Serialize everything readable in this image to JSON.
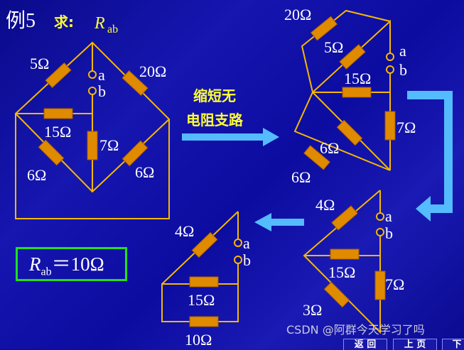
{
  "title": {
    "example": "例5",
    "ask": "求:",
    "r": "R",
    "sub": "ab"
  },
  "note": {
    "line1": "缩短无",
    "line2": "电阻支路"
  },
  "result": {
    "r": "R",
    "sub": "ab",
    "value": "＝10Ω"
  },
  "terminals": {
    "a": "a",
    "b": "b"
  },
  "circuit1": {
    "r5": "5Ω",
    "r20": "20Ω",
    "r15": "15Ω",
    "r7": "7Ω",
    "r6a": "6Ω",
    "r6b": "6Ω"
  },
  "circuit2": {
    "r20": "20Ω",
    "r5": "5Ω",
    "r15": "15Ω",
    "r7": "7Ω",
    "r6a": "6Ω",
    "r6b": "6Ω"
  },
  "circuit3": {
    "r4": "4Ω",
    "r15": "15Ω",
    "r7": "7Ω",
    "r3": "3Ω"
  },
  "circuit4": {
    "r4": "4Ω",
    "r15": "15Ω",
    "r10": "10Ω"
  },
  "nav": {
    "back": "返 回",
    "prev": "上 页",
    "next": "下"
  },
  "watermark": "CSDN @阿群今天学习了吗",
  "colors": {
    "wire": "#f5b800",
    "resistor": "#e08a00",
    "arrow": "#55bbff",
    "highlight": "#ffff33",
    "box": "#22dd22"
  }
}
